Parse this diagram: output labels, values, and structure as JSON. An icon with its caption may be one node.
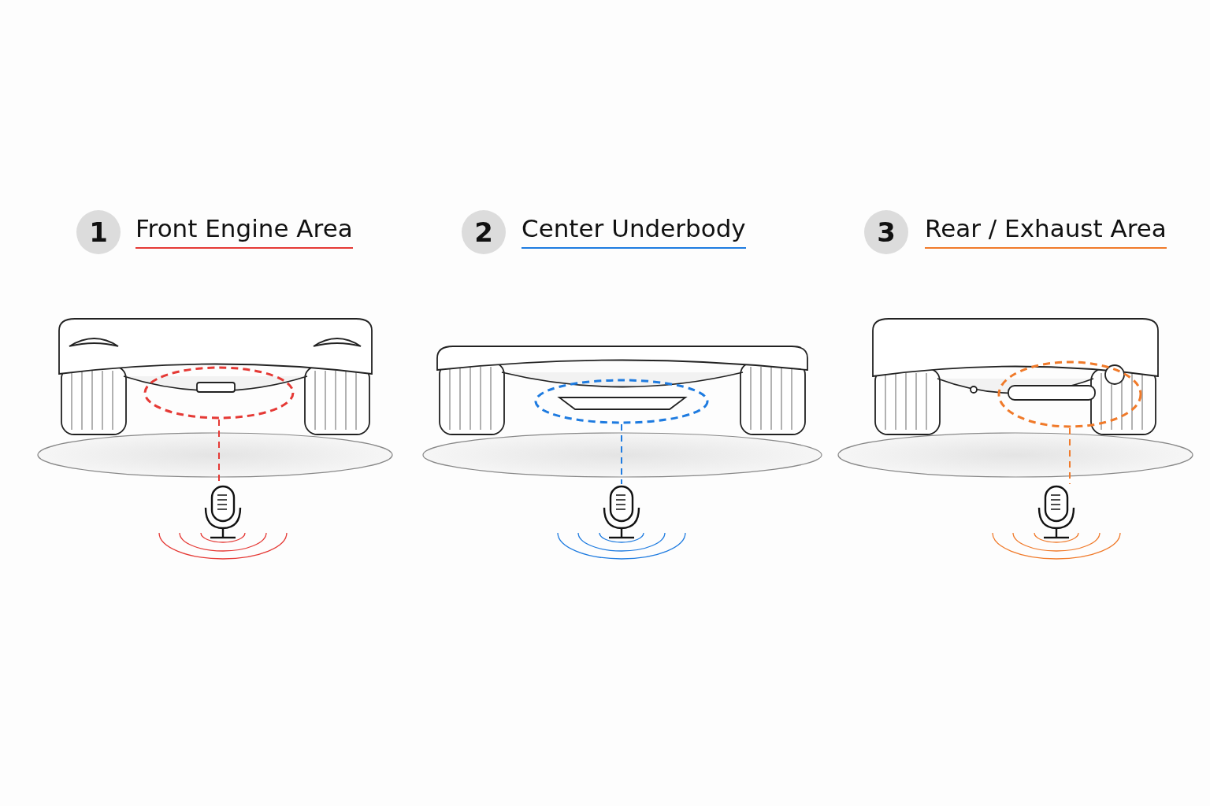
{
  "diagram": {
    "nodes": [
      {
        "text": [
          "1"
        ],
        "beside": [
          "Front Engine Area"
        ]
      },
      {
        "text": [
          "2"
        ],
        "beside": [
          "Center Underbody"
        ]
      },
      {
        "text": [
          "3"
        ],
        "beside": [
          "Rear / Exhaust Area"
        ]
      },
      {
        "text": [],
        "shape": "ellipse"
      },
      {
        "text": [],
        "shape": "ellipse"
      },
      {
        "text": [],
        "shape": "ellipse"
      },
      {
        "text": [],
        "shape": "picture"
      },
      {
        "text": [],
        "shape": "picture"
      },
      {
        "text": [],
        "shape": "picture"
      }
    ],
    "edges": [
      {
        "from": 3,
        "to": 6,
        "arrow": "none",
        "style": "dashed",
        "color": "#e53935"
      },
      {
        "from": 4,
        "to": 7,
        "arrow": "none",
        "style": "dashed",
        "color": "#1e7be0"
      },
      {
        "from": 5,
        "to": 8,
        "arrow": "none",
        "style": "dashed",
        "color": "#f07a2a"
      }
    ]
  }
}
